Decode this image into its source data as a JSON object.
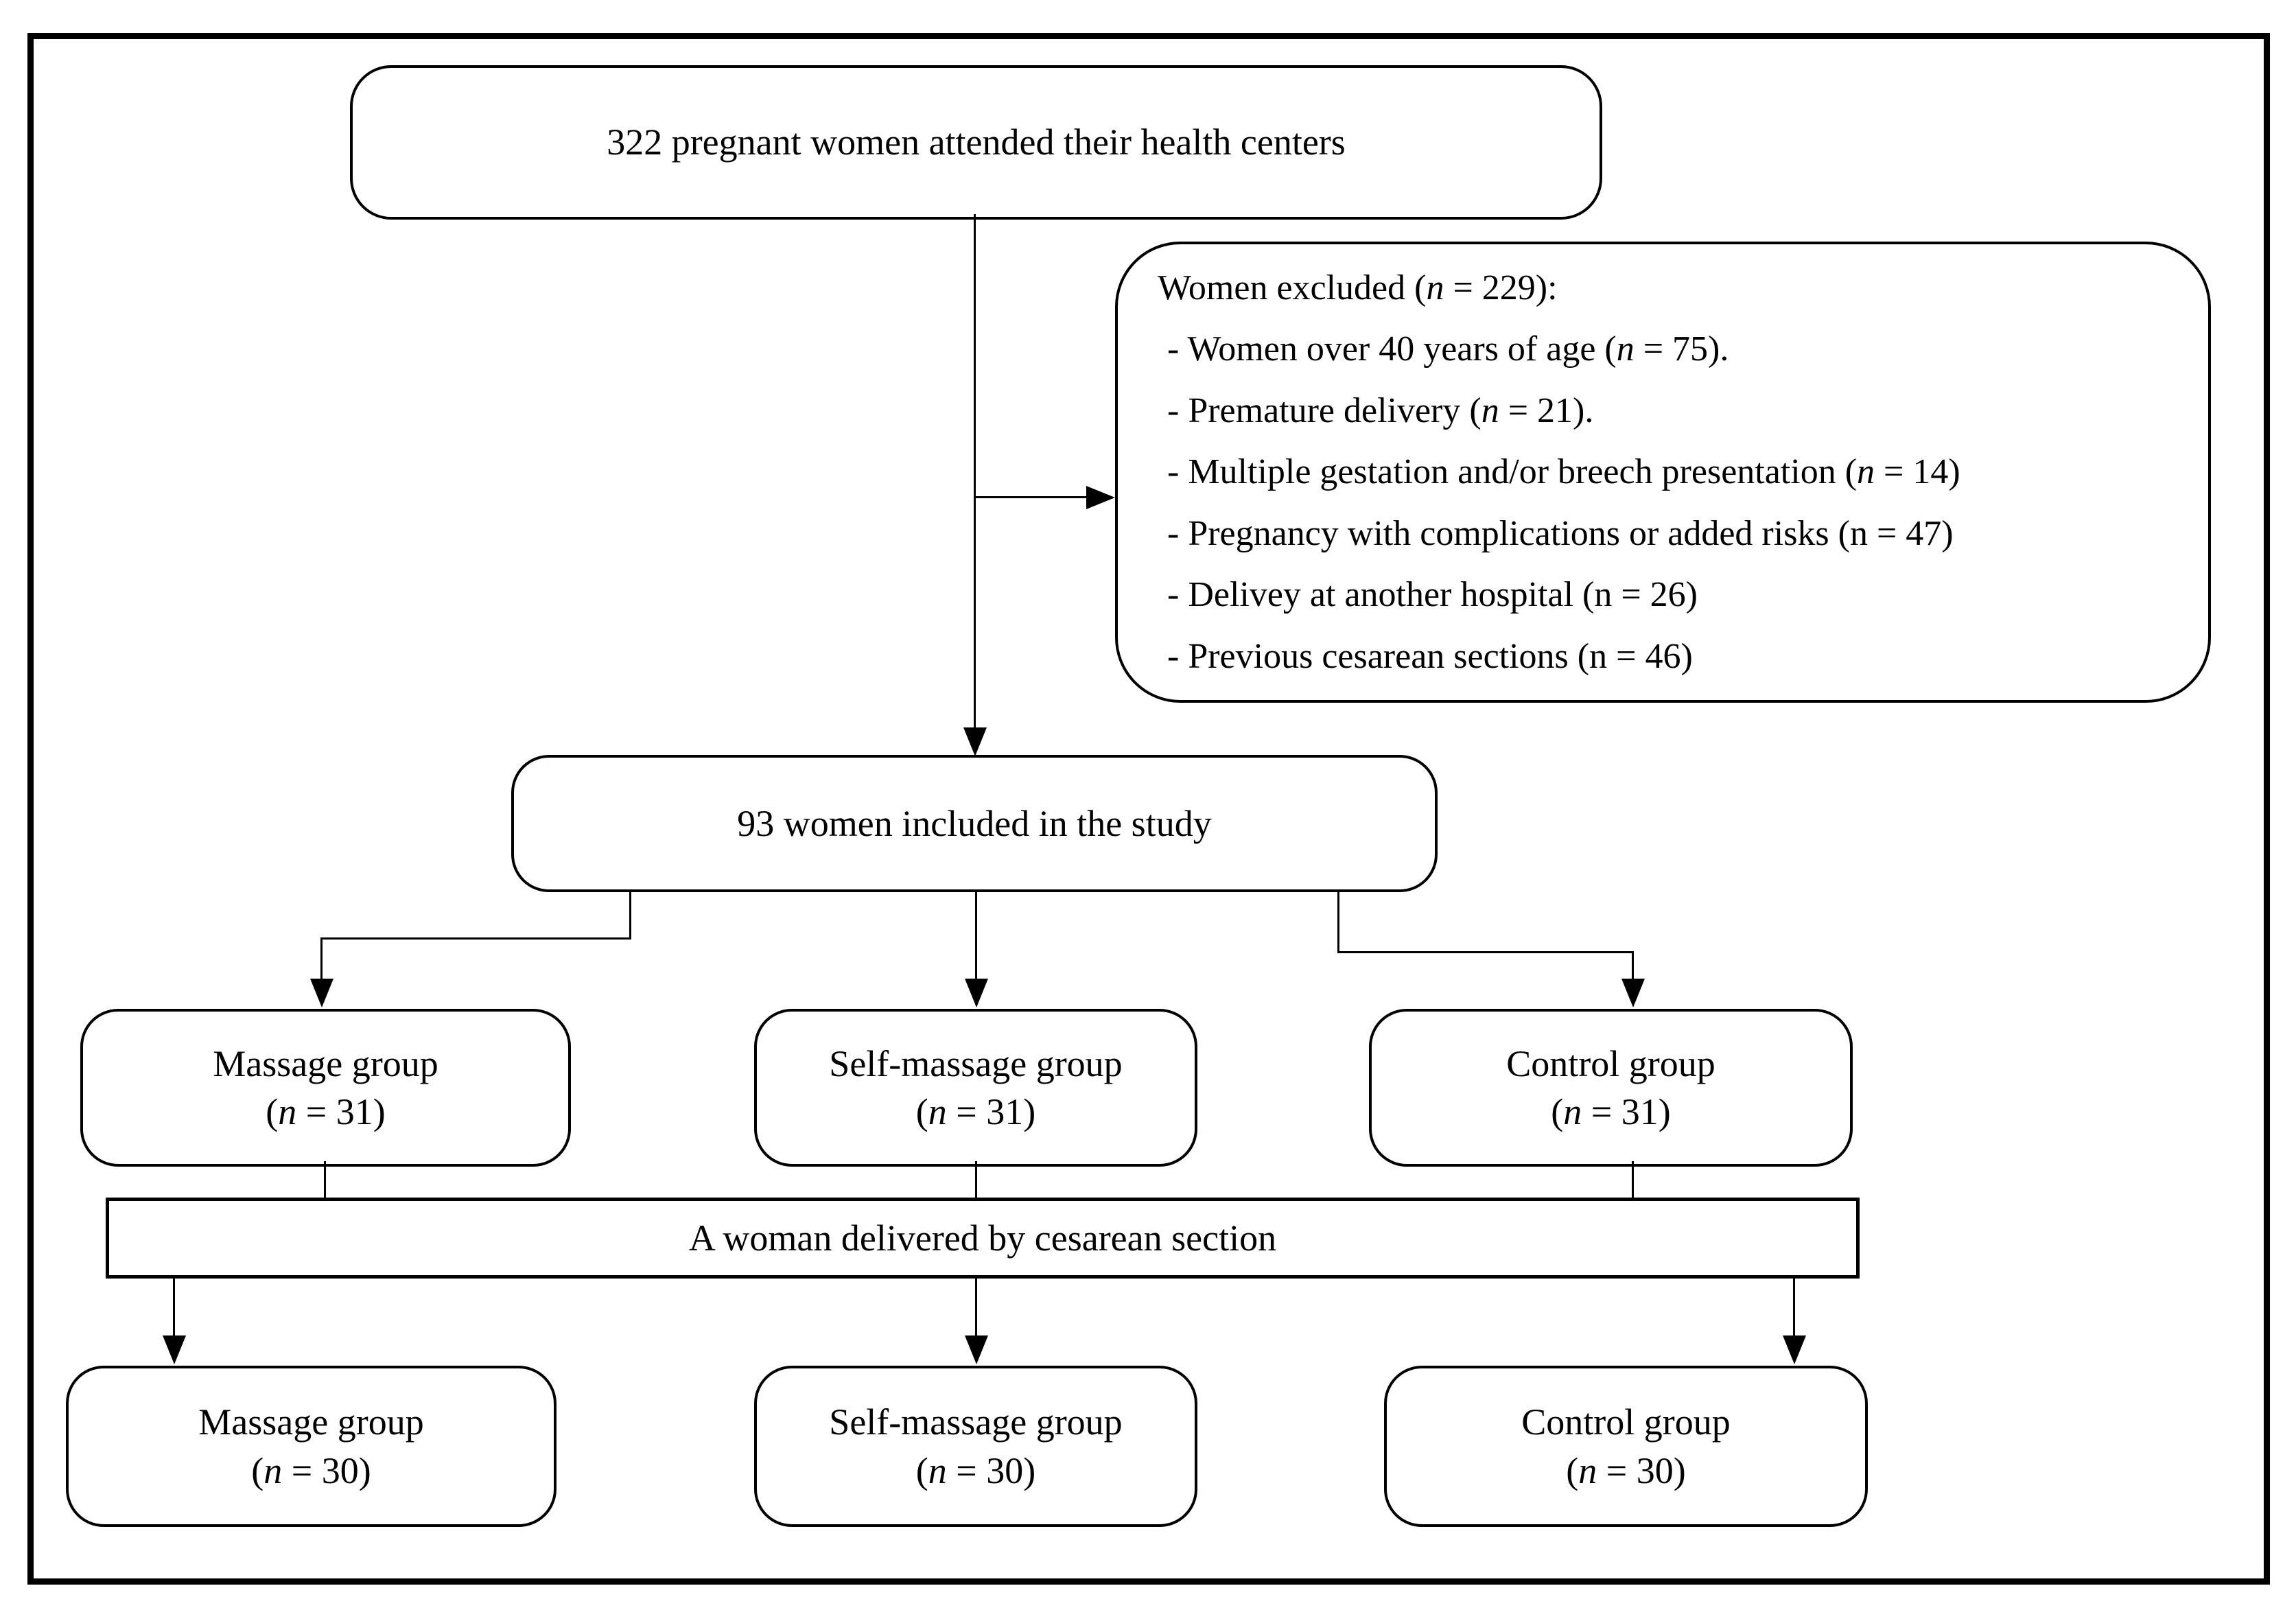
{
  "figure": {
    "background_color": "#ffffff",
    "line_color": "#000000",
    "top_box": {
      "text": "322 pregnant women attended their health centers"
    },
    "excluded_box": {
      "lines": [
        {
          "pre": "Women excluded (",
          "n": "n",
          "post": " = 229):"
        },
        {
          "pre": "- Women over 40 years of age (",
          "n": "n",
          "post": " = 75)."
        },
        {
          "pre": "- Premature delivery (",
          "n": "n",
          "post": " = 21)."
        },
        {
          "pre": "- Multiple gestation and/or breech presentation (",
          "n": "n",
          "post": " = 14)"
        },
        {
          "pre": "- Pregnancy with complications or added risks (n = 47)",
          "n": "",
          "post": ""
        },
        {
          "pre": "- Delivey at another hospital (n = 26)",
          "n": "",
          "post": ""
        },
        {
          "pre": "- Previous cesarean sections (n = 46)",
          "n": "",
          "post": ""
        }
      ]
    },
    "included_box": {
      "text": "93 women included in the study"
    },
    "allocation_boxes": [
      {
        "title": "Massage group",
        "sub_pre": "(",
        "sub_n": "n",
        "sub_post": " = 31)"
      },
      {
        "title": "Self-massage group",
        "sub_pre": "(",
        "sub_n": "n",
        "sub_post": " = 31)"
      },
      {
        "title": "Control group",
        "sub_pre": "(",
        "sub_n": "n",
        "sub_post": " = 31)"
      }
    ],
    "cesarean_bar": {
      "text": "A woman delivered by cesarean section"
    },
    "final_boxes": [
      {
        "title": "Massage group",
        "sub_pre": "(",
        "sub_n": "n",
        "sub_post": " = 30)"
      },
      {
        "title": "Self-massage group",
        "sub_pre": "(",
        "sub_n": "n",
        "sub_post": " = 30)"
      },
      {
        "title": "Control group",
        "sub_pre": "(",
        "sub_n": "n",
        "sub_post": " = 30)"
      }
    ]
  }
}
